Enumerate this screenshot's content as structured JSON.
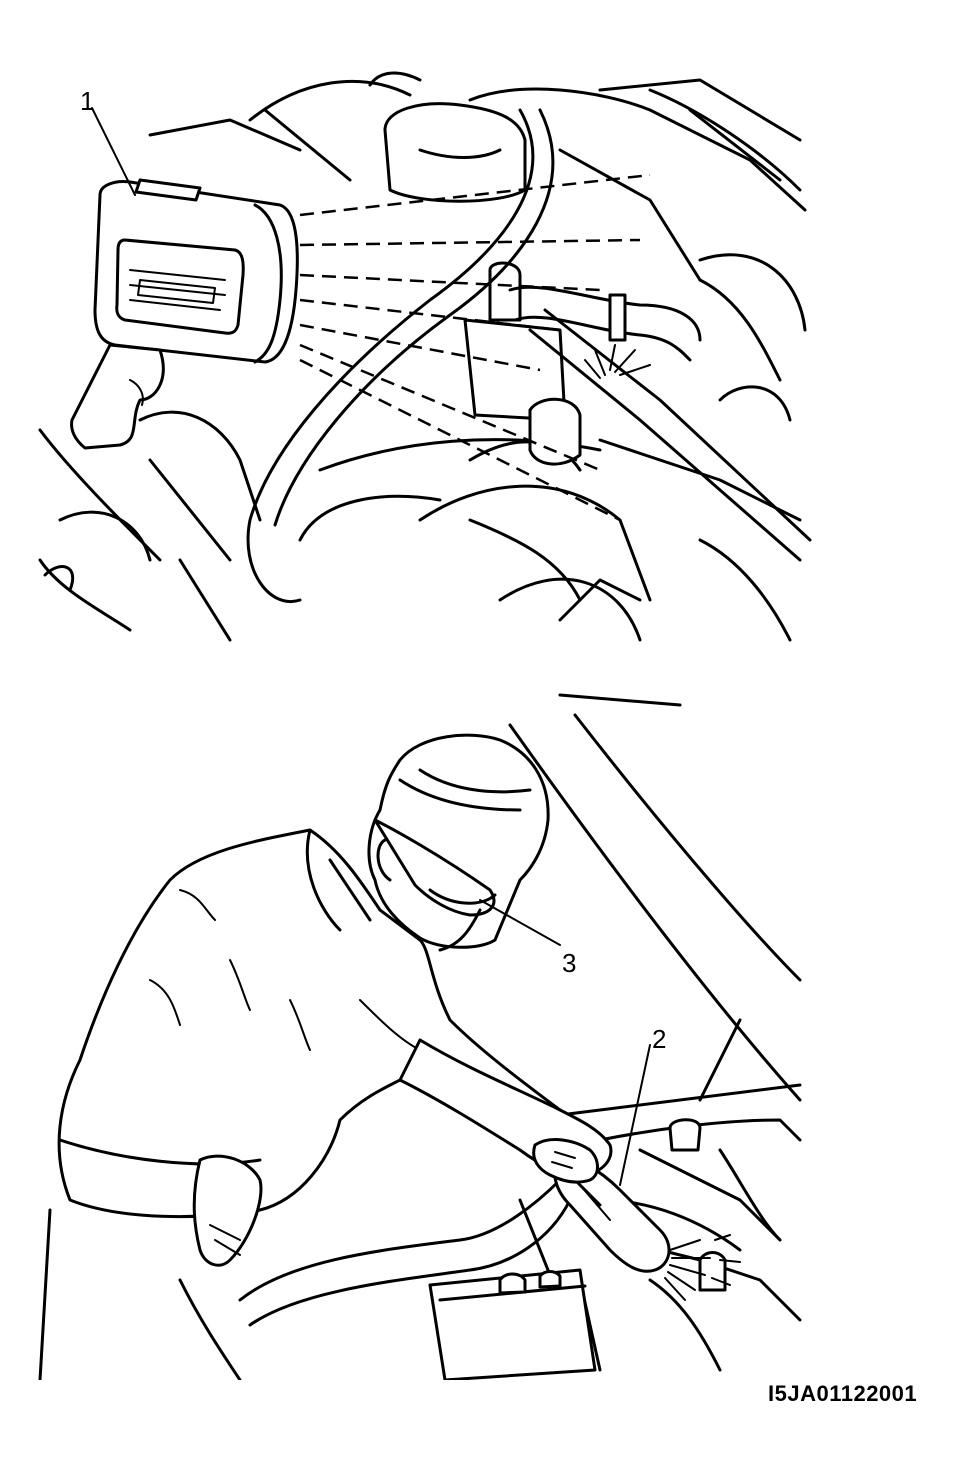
{
  "callouts": {
    "uv_lamp": "1",
    "dye_sprayer": "2",
    "glasses": "3"
  },
  "figure_code": "I5JA01122001",
  "colors": {
    "ink": "#000000",
    "paper": "#ffffff"
  }
}
